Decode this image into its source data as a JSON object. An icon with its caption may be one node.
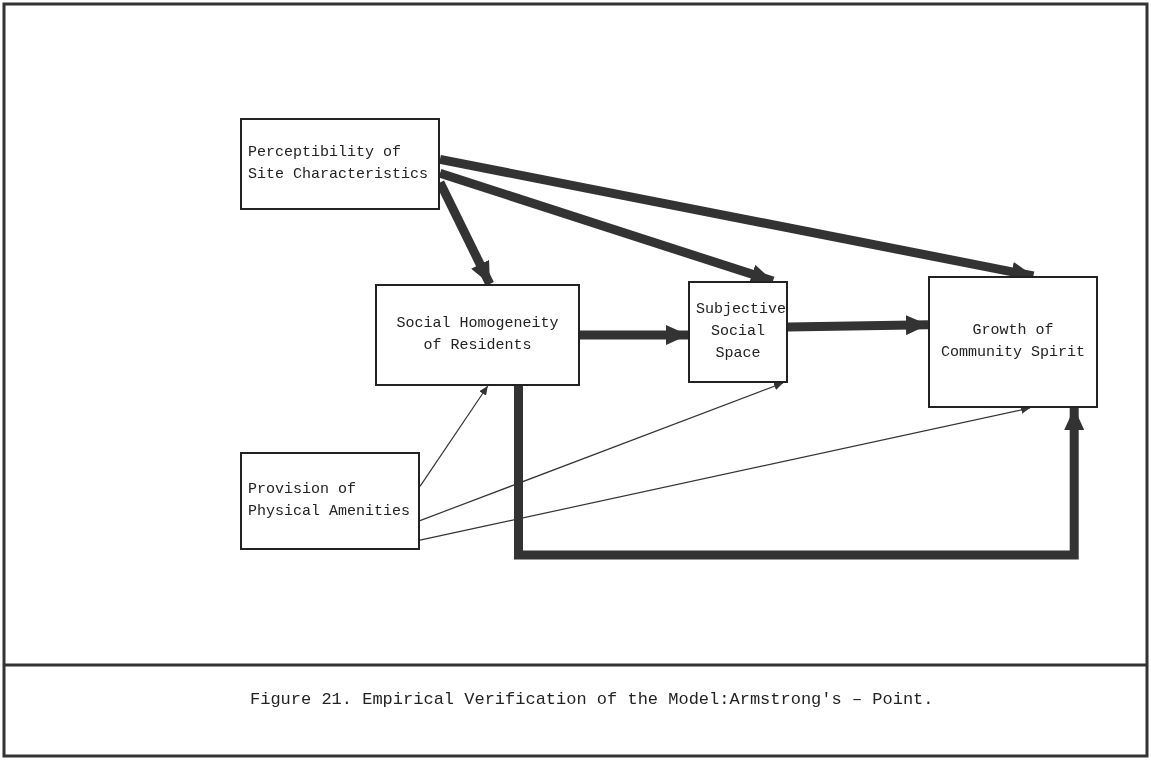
{
  "diagram": {
    "caption": "Figure 21. Empirical Verification of the Model:Armstrong's – Point.",
    "nodes": [
      {
        "text": [
          "Perceptibility of Site Characteristics"
        ]
      },
      {
        "text": [
          "Social Homogeneity of Residents"
        ]
      },
      {
        "text": [
          "Subjective Social Space"
        ]
      },
      {
        "text": [
          "Growth of Community Spirit"
        ]
      },
      {
        "text": [
          "Provision of Physical Amenities"
        ]
      }
    ],
    "edges": [
      {
        "from": 0,
        "to": 1,
        "arrow": "to"
      },
      {
        "from": 0,
        "to": 2,
        "arrow": "to"
      },
      {
        "from": 0,
        "to": 3,
        "arrow": "to"
      },
      {
        "from": 1,
        "to": 2,
        "arrow": "to"
      },
      {
        "from": 2,
        "to": 3,
        "arrow": "to"
      },
      {
        "from": 1,
        "to": 3,
        "arrow": "to"
      },
      {
        "from": 4,
        "to": 1,
        "arrow": "to"
      },
      {
        "from": 4,
        "to": 2,
        "arrow": "to"
      },
      {
        "from": 4,
        "to": 3,
        "arrow": "to"
      }
    ]
  }
}
